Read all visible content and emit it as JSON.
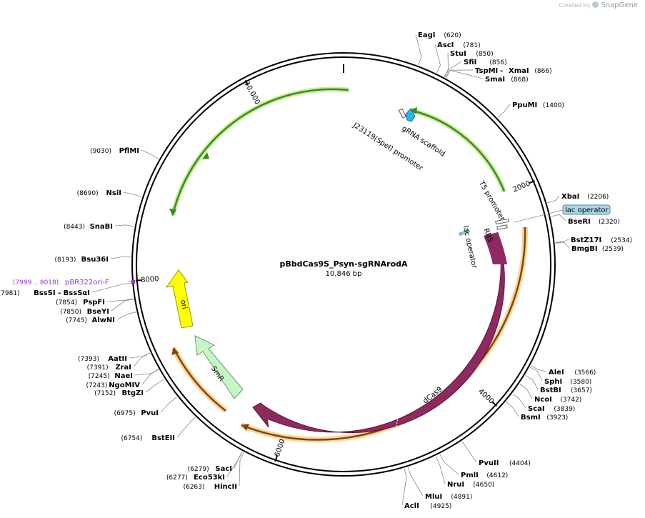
{
  "watermark": {
    "created_by": "Created by",
    "brand": "SnapGene"
  },
  "plasmid": {
    "name": "pBbdCas9S_Psyn-sgRNArodA",
    "length_label": "10,846 bp",
    "length": 10846
  },
  "ticks": [
    {
      "label": "2000",
      "pos": 2000
    },
    {
      "label": "4000",
      "pos": 4000
    },
    {
      "label": "6000",
      "pos": 6000
    },
    {
      "label": "8000",
      "pos": 8000
    },
    {
      "label": "10,000",
      "pos": 10000
    }
  ],
  "sites_right": [
    {
      "name": "EagI",
      "pos": "(620)",
      "bp": 620
    },
    {
      "name": "AscI",
      "pos": "(781)",
      "bp": 781
    },
    {
      "name": "StuI",
      "pos": "(850)",
      "bp": 850
    },
    {
      "name": "SfiI",
      "pos": "(856)",
      "bp": 856
    },
    {
      "name": "TspMI",
      "sep": " - ",
      "name2": "XmaI",
      "pos": "(866)",
      "bp": 866
    },
    {
      "name": "SmaI",
      "pos": "(868)",
      "bp": 868
    },
    {
      "name": "PpuMI",
      "pos": "(1400)",
      "bp": 1400
    },
    {
      "name": "XbaI",
      "pos": "(2206)",
      "bp": 2206
    },
    {
      "name": "BseRI",
      "pos": "(2320)",
      "bp": 2320
    },
    {
      "name": "BstZ17I",
      "pos": "(2534)",
      "bp": 2534
    },
    {
      "name": "BmgBI",
      "pos": "(2539)",
      "bp": 2539
    },
    {
      "name": "AleI",
      "pos": "(3566)",
      "bp": 3566
    },
    {
      "name": "SphI",
      "pos": "(3580)",
      "bp": 3580
    },
    {
      "name": "BstBI",
      "pos": "(3657)",
      "bp": 3657
    },
    {
      "name": "NcoI",
      "pos": "(3742)",
      "bp": 3742
    },
    {
      "name": "ScaI",
      "pos": "(3839)",
      "bp": 3839
    },
    {
      "name": "BsmI",
      "pos": "(3923)",
      "bp": 3923
    },
    {
      "name": "PvuII",
      "pos": "(4404)",
      "bp": 4404
    },
    {
      "name": "PmlI",
      "pos": "(4612)",
      "bp": 4612
    },
    {
      "name": "NruI",
      "pos": "(4650)",
      "bp": 4650
    },
    {
      "name": "MluI",
      "pos": "(4891)",
      "bp": 4891
    },
    {
      "name": "AclI",
      "pos": "(4925)",
      "bp": 4925
    }
  ],
  "sites_left": [
    {
      "name": "HincII",
      "pos": "(6263)",
      "bp": 6263
    },
    {
      "name": "Eco53kI",
      "pos": "(6277)",
      "bp": 6277
    },
    {
      "name": "SacI",
      "pos": "(6279)",
      "bp": 6279
    },
    {
      "name": "BstEII",
      "pos": "(6754)",
      "bp": 6754
    },
    {
      "name": "PvuI",
      "pos": "(6975)",
      "bp": 6975
    },
    {
      "name": "BtgZI",
      "pos": "(7152)",
      "bp": 7152
    },
    {
      "name": "NgoMIV",
      "pos": "(7243)",
      "bp": 7243
    },
    {
      "name": "NaeI",
      "pos": "(7245)",
      "bp": 7245
    },
    {
      "name": "ZraI",
      "pos": "(7391)",
      "bp": 7391
    },
    {
      "name": "AatII",
      "pos": "(7393)",
      "bp": 7393
    },
    {
      "name": "AlwNI",
      "pos": "(7745)",
      "bp": 7745
    },
    {
      "name": "BseYI",
      "pos": "(7850)",
      "bp": 7850
    },
    {
      "name": "PspFI",
      "pos": "(7854)",
      "bp": 7854
    },
    {
      "name": "BssSI",
      "sep": " - ",
      "name2": "BssSαI",
      "pos": "(7981)",
      "bp": 7981
    },
    {
      "name": "Bsu36I",
      "pos": "(8193)",
      "bp": 8193
    },
    {
      "name": "SnaBI",
      "pos": "(8443)",
      "bp": 8443
    },
    {
      "name": "NsiI",
      "pos": "(8690)",
      "bp": 8690
    },
    {
      "name": "PflMI",
      "pos": "(9030)",
      "bp": 9030
    }
  ],
  "primer": {
    "pos": "(7999 .. 8018)",
    "name": "pBR322ori-F",
    "color": "#9b30d0"
  },
  "features": {
    "dcas9": {
      "label": "dCas9",
      "color": "#8e2a5f",
      "outline": "#5a1236"
    },
    "ori": {
      "label": "ori",
      "color": "#ffff00",
      "outline": "#999900"
    },
    "smr": {
      "label": "SmR",
      "color": "#c8f5c8",
      "outline": "#5aa05a"
    },
    "t5": {
      "label": "T5 promoter"
    },
    "rbs": {
      "label": "RBS"
    },
    "lac1": {
      "label": "lac operator",
      "boxed": true,
      "box_color": "#a9d8e6"
    },
    "lac2": {
      "label": "lac operator"
    },
    "grna": {
      "label": "gRNA scaffold",
      "color": "#29b6e8"
    },
    "j23119": {
      "label": "J23119(SpeI) promoter"
    }
  },
  "colors": {
    "green_arc": "#3c8a1e",
    "green_glow": "#c9ef9c",
    "orange_arc": "#7a4a0c",
    "orange_glow": "#ffd49a",
    "backbone": "#000000"
  }
}
